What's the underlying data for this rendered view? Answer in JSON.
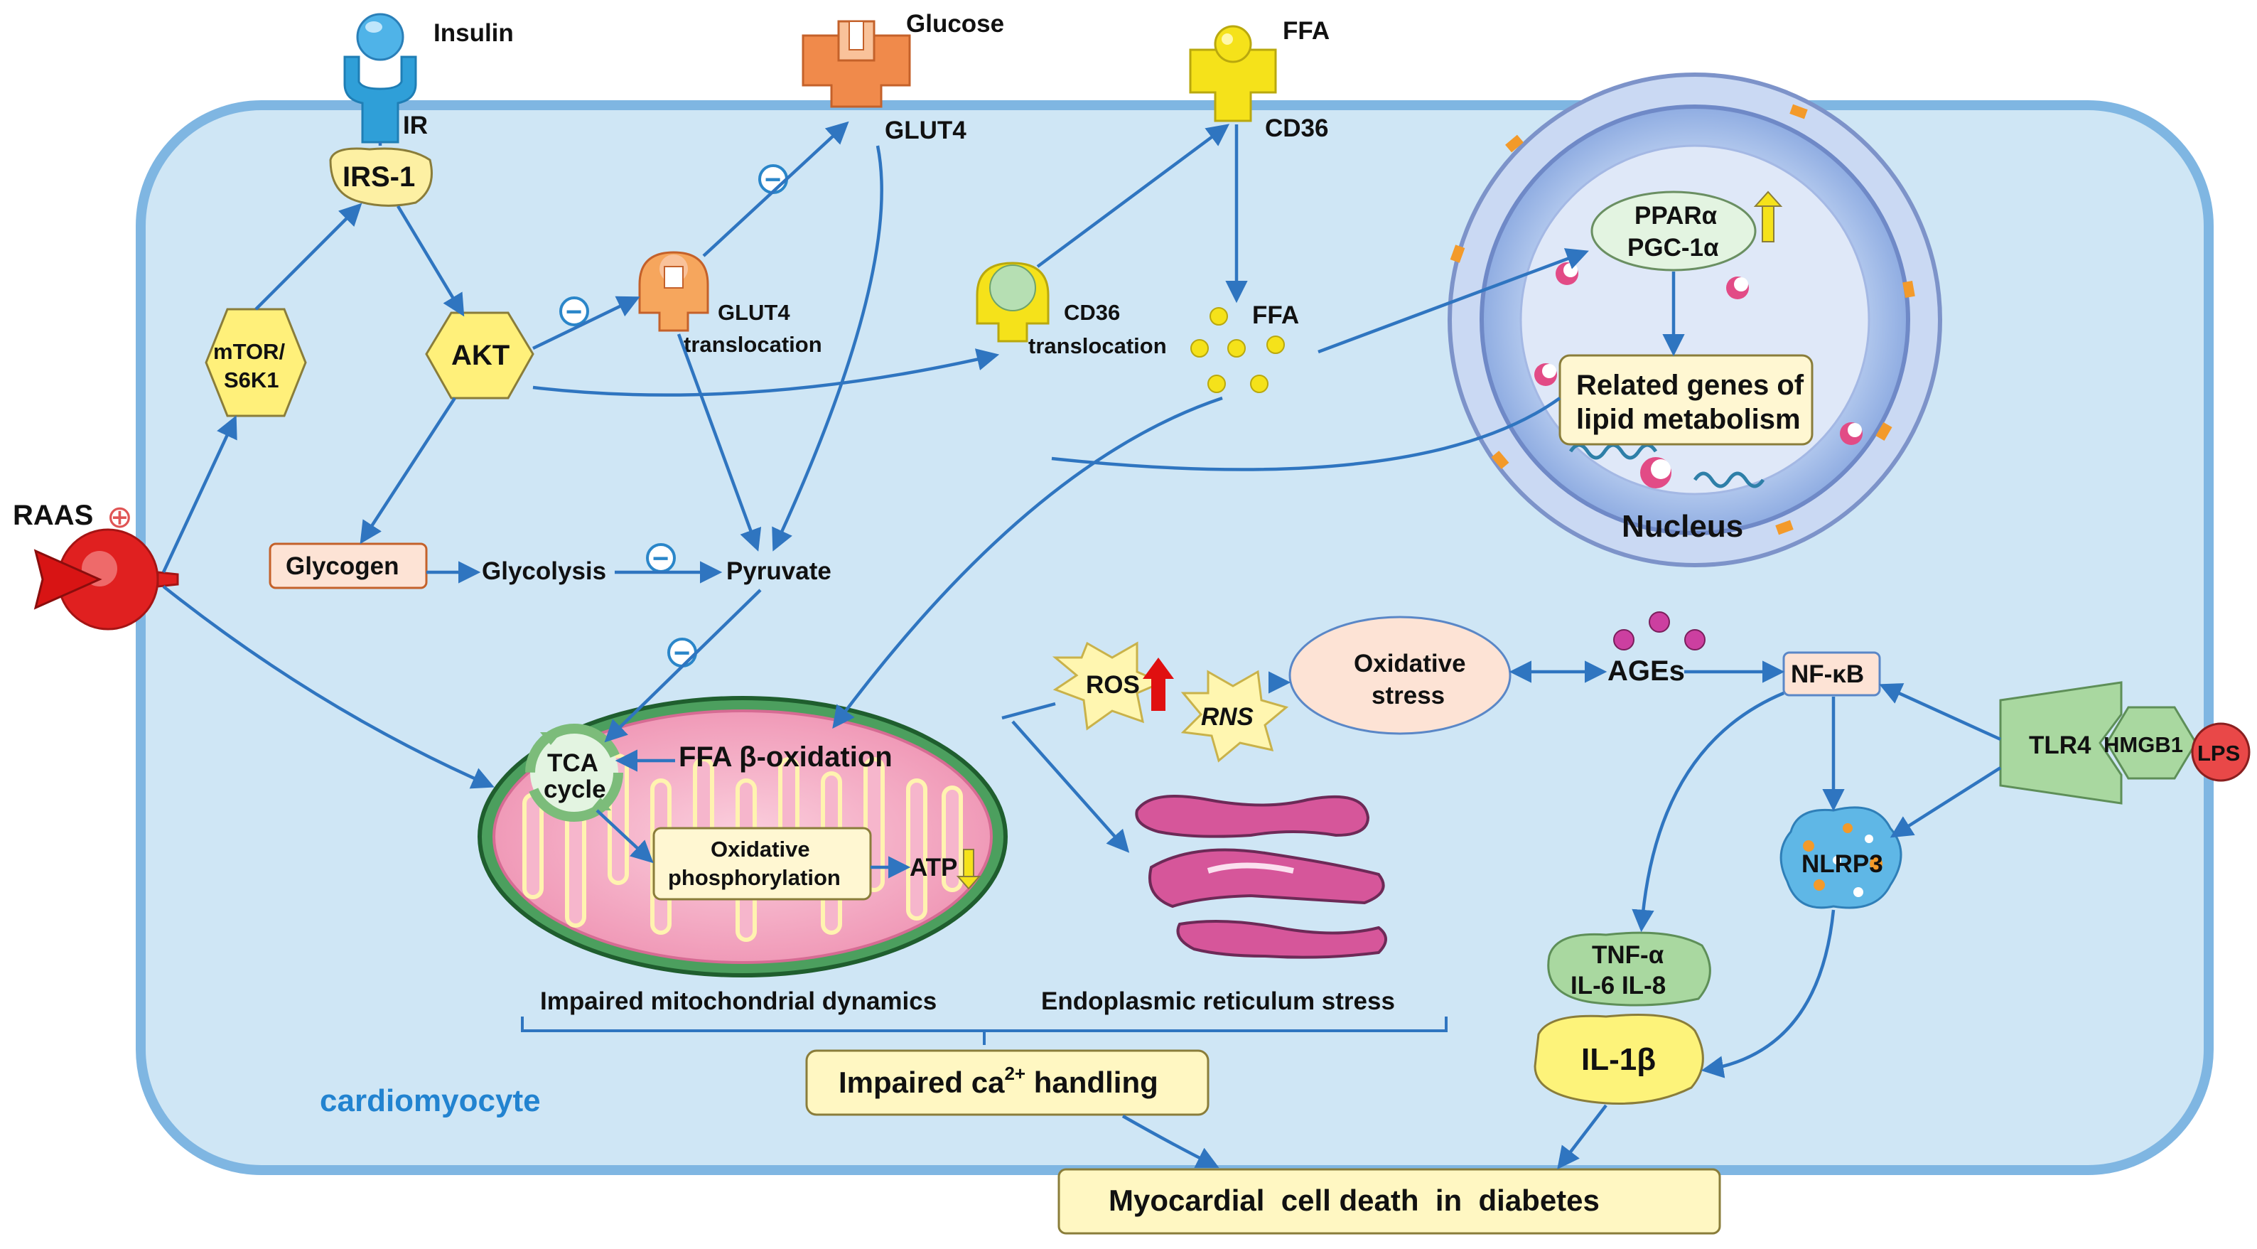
{
  "labels": {
    "insulin": "Insulin",
    "ir": "IR",
    "irs1": "IRS-1",
    "glucose": "Glucose",
    "glut4": "GLUT4",
    "ffa_top": "FFA",
    "cd36": "CD36",
    "mtor_line1": "mTOR/",
    "mtor_line2": "S6K1",
    "akt": "AKT",
    "glut4_transloc_1": "GLUT4",
    "glut4_transloc_2": "translocation",
    "cd36_transloc_1": "CD36",
    "cd36_transloc_2": "translocation",
    "ffa_mid": "FFA",
    "ppar_line1": "PPARα",
    "ppar_line2": "PGC-1α",
    "genes_line1": "Related genes of",
    "genes_line2": "lipid metabolism",
    "nucleus": "Nucleus",
    "raas": "RAAS",
    "raas_sign": "⊕",
    "glycogen": "Glycogen",
    "glycolysis": "Glycolysis",
    "pyruvate": "Pyruvate",
    "minus": "−",
    "tca_line1": "TCA",
    "tca_line2": "cycle",
    "ffa_beta": "FFA β-oxidation",
    "oxphos_line1": "Oxidative",
    "oxphos_line2": "phosphorylation",
    "atp": "ATP",
    "ros": "ROS",
    "rns": "RNS",
    "oxstress_line1": "Oxidative",
    "oxstress_line2": "stress",
    "ages": "AGEs",
    "nfkb": "NF-κB",
    "tlr4": "TLR4",
    "hmgb1": "HMGB1",
    "lps": "LPS",
    "nlrp3": "NLRP3",
    "cyto_line1": "TNF-α",
    "cyto_line2": "IL-6  IL-8",
    "il1b": "IL-1β",
    "mito_dyn": "Impaired mitochondrial dynamics",
    "er_stress": "Endoplasmic reticulum stress",
    "ca_pre": "Impaired ca",
    "ca_sup": "2+",
    "ca_post": " handling",
    "cardiomyocyte": "cardiomyocyte",
    "death": "Myocardial  cell death  in  diabetes"
  },
  "colors": {
    "cell_fill": "#cfe6f5",
    "cell_border": "#7fb6e2",
    "arrow": "#2f75c0",
    "hex_fill": "#fff07a",
    "glut_orange": "#f08a4b",
    "cd36_yellow": "#f5e21a",
    "mito_outer": "#2c8f4a",
    "mito_inner": "#f6a8c3",
    "er_pink": "#d6569a",
    "raas_red": "#e02020",
    "tlr_green": "#a9d8a0",
    "lps_red": "#e94848",
    "label_blue": "#2283d0",
    "up_red": "#e01010",
    "up_yellow": "#f5e21a"
  },
  "icons": [
    "insulin-receptor-icon",
    "glut4-icon",
    "cd36-icon",
    "raas-receptor-icon",
    "tca-cycle-icon",
    "er-icon",
    "nucleus-icon",
    "nlrp3-icon",
    "tlr4-icon"
  ]
}
